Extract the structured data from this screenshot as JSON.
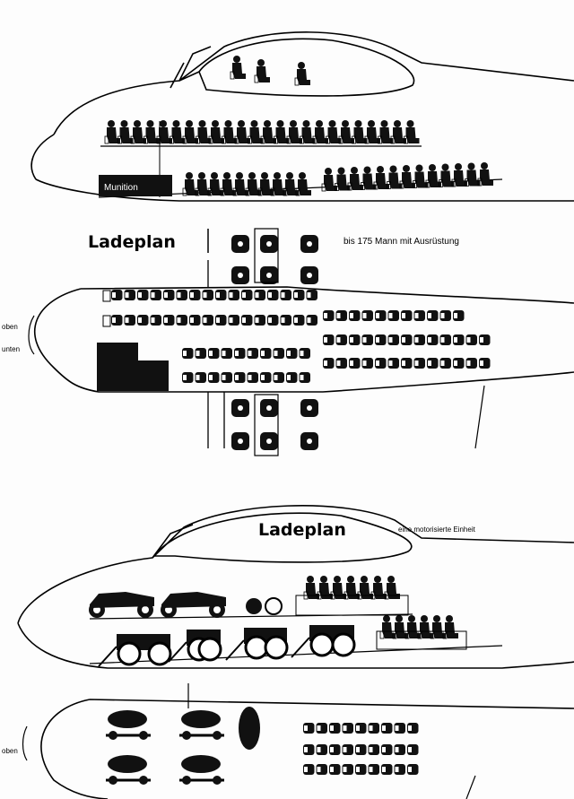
{
  "diagram": {
    "section1": {
      "title": "Ladeplan",
      "subtitle": "bis 175 Mann mit Ausrüstung",
      "label_munition": "Munition",
      "label_oben": "oben",
      "label_unten": "unten"
    },
    "section2": {
      "title": "Ladeplan",
      "subtitle": "eine motorisierte Einheit",
      "label_oben": "oben"
    }
  }
}
